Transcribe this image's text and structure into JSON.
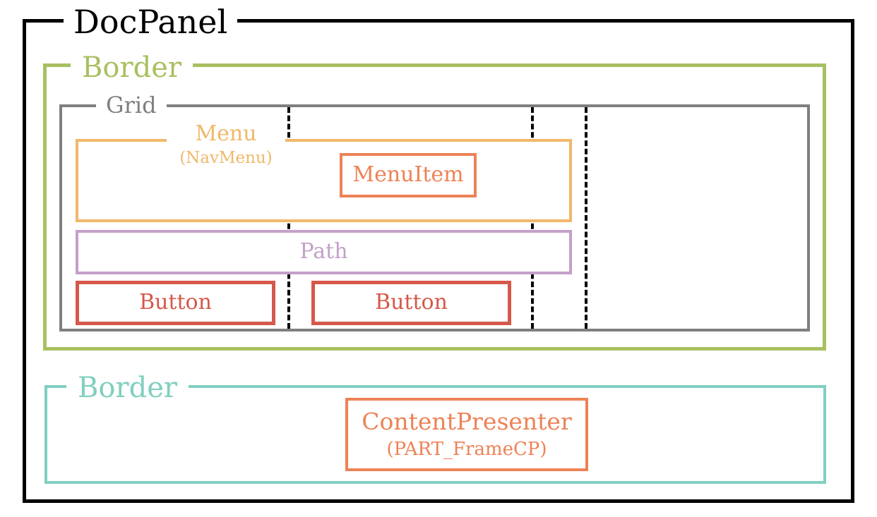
{
  "colors": {
    "docpanel": "#000000",
    "border_outer": "#a8c060",
    "grid": "#7f7f7f",
    "menu": "#f0b86a",
    "menuitem": "#ee8256",
    "path": "#c4a0c8",
    "button": "#d6584a",
    "border_lower": "#80cfc0",
    "content_presenter": "#ee8256",
    "divider": "#000000"
  },
  "docpanel": {
    "label": "DocPanel"
  },
  "border_upper": {
    "label": "Border"
  },
  "grid": {
    "label": "Grid"
  },
  "menu": {
    "label": "Menu",
    "sublabel": "(NavMenu)"
  },
  "menu_item": {
    "label": "MenuItem"
  },
  "path": {
    "label": "Path"
  },
  "buttons": [
    {
      "label": "Button"
    },
    {
      "label": "Button"
    }
  ],
  "border_lower": {
    "label": "Border"
  },
  "content_presenter": {
    "label": "ContentPresenter",
    "sublabel": "(PART_FrameCP)"
  }
}
